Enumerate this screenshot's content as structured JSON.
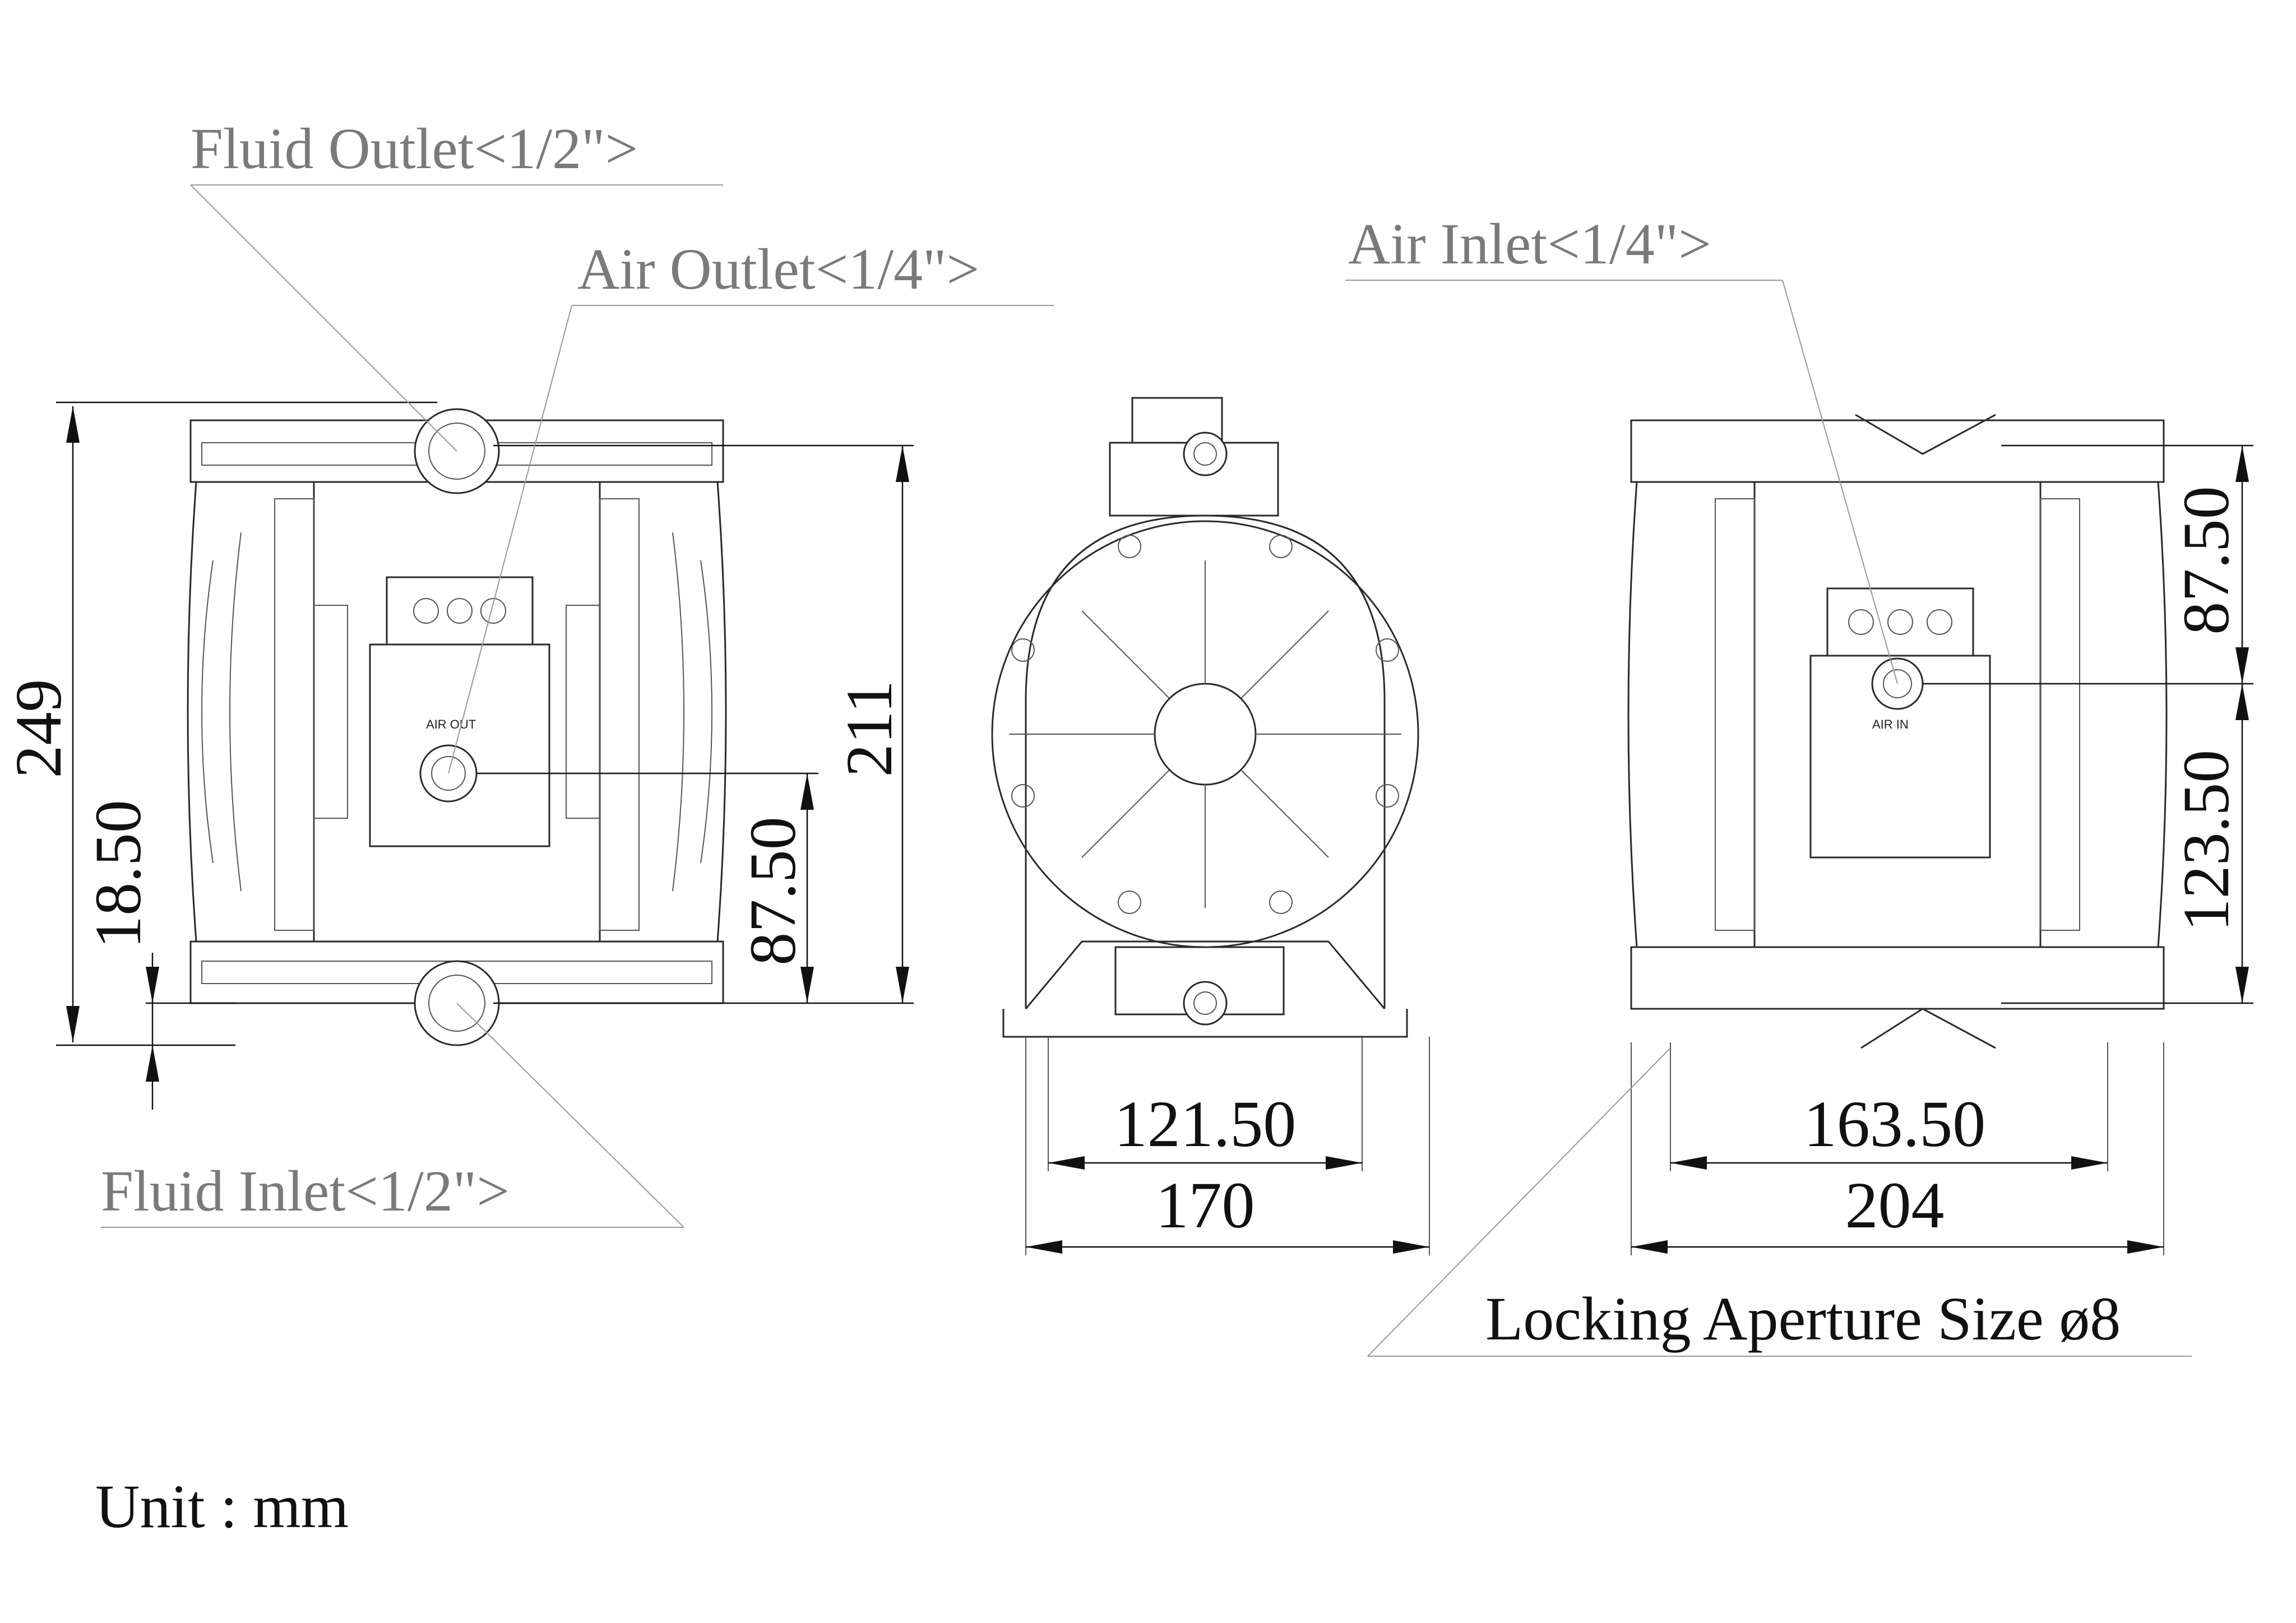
{
  "labels": {
    "fluid_outlet": "Fluid Outlet<1/2\">",
    "air_outlet": "Air Outlet<1/4\">",
    "air_inlet": "Air Inlet<1/4\">",
    "fluid_inlet": "Fluid Inlet<1/2\">",
    "locking_aperture": "Locking Aperture Size ø8",
    "unit": "Unit : mm",
    "air_out_plate": "AIR OUT",
    "air_in_plate": "AIR IN"
  },
  "dimensions": {
    "overall_height": "249",
    "port_height": "211",
    "air_out_height": "87.50",
    "base_offset": "18.50",
    "side_bolt_span": "121.50",
    "side_width": "170",
    "rear_bolt_span": "163.50",
    "rear_width": "204",
    "air_in_upper": "87.50",
    "air_in_lower": "123.50"
  }
}
